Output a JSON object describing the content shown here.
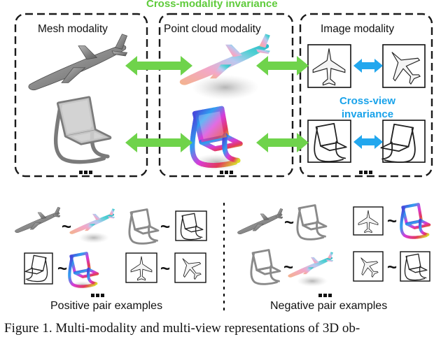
{
  "top": {
    "cross_modality_label": "Cross-modality invariance",
    "cross_view_label_line1": "Cross-view",
    "cross_view_label_line2": "invariance",
    "mesh_label": "Mesh modality",
    "point_cloud_label": "Point cloud modality",
    "image_label": "Image modality",
    "ellipsis": "..."
  },
  "bottom": {
    "positive_label": "Positive pair examples",
    "negative_label": "Negative pair examples",
    "tilde": "~",
    "ellipsis": "..."
  },
  "caption": "Figure 1. Multi-modality and multi-view representations of 3D ob-",
  "colors": {
    "green_arrow": "#6fd34b",
    "blue_arrow": "#22a7ee",
    "mesh_gray": "#8c8c8c",
    "dashed_border": "#1a1a1a"
  }
}
